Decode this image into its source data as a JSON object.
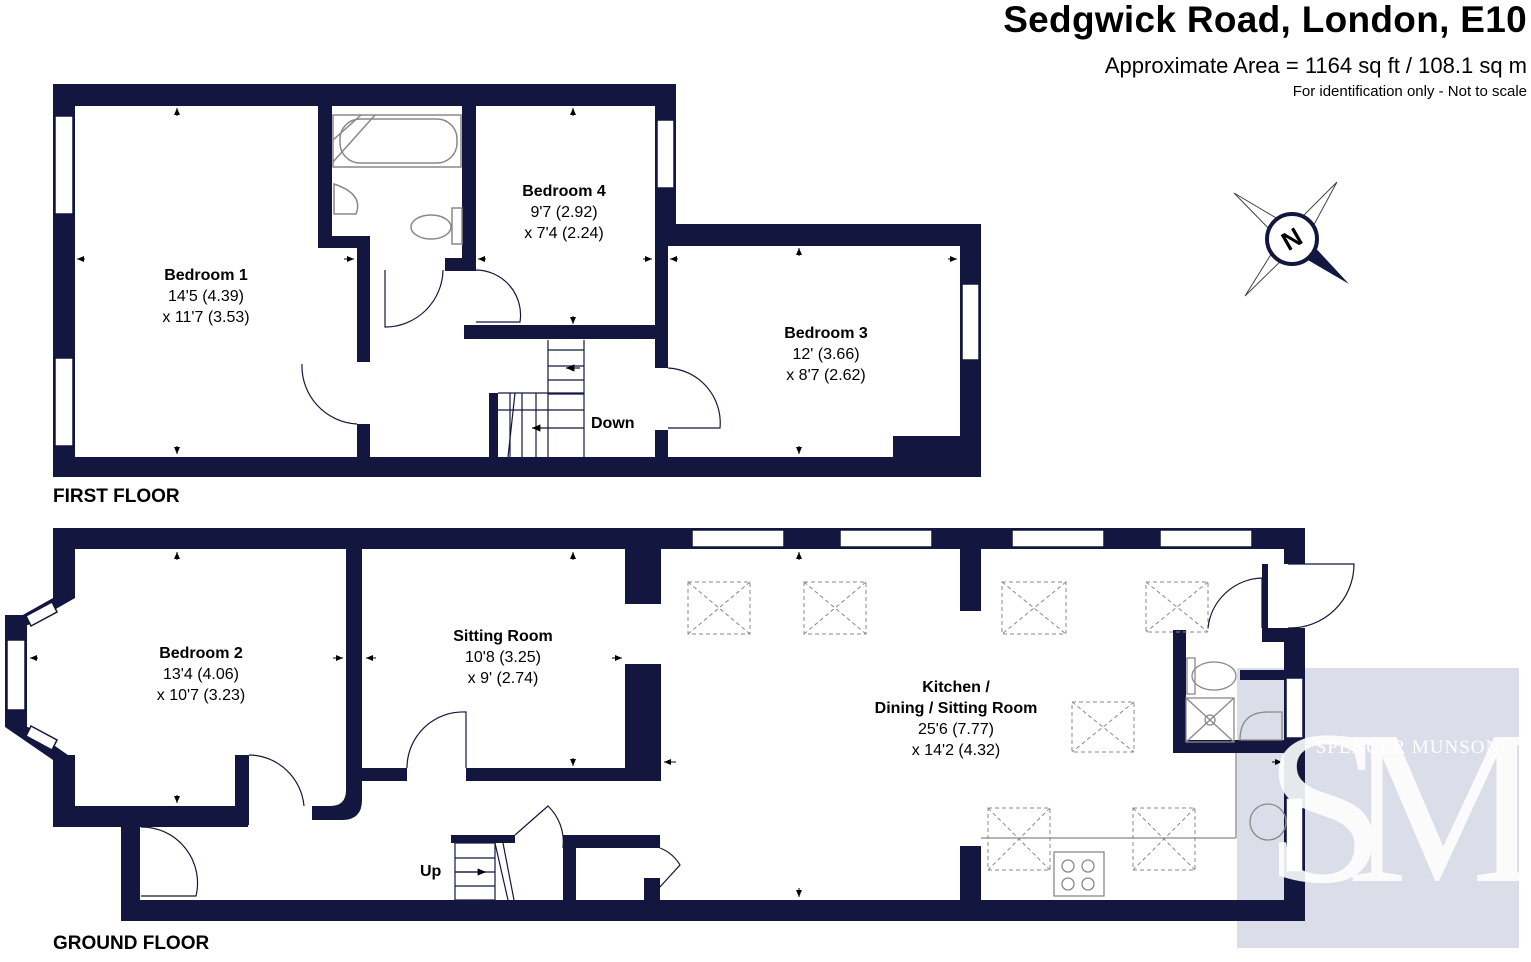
{
  "header": {
    "title": "Sedgwick Road, London, E10",
    "area": "Approximate Area = 1164 sq ft / 108.1 sq m",
    "note": "For identification only - Not to scale"
  },
  "floors": {
    "first": "FIRST FLOOR",
    "ground": "GROUND FLOOR"
  },
  "rooms": {
    "bedroom1": {
      "name": "Bedroom 1",
      "dim1": "14'5 (4.39)",
      "dim2": "x 11'7 (3.53)"
    },
    "bedroom4": {
      "name": "Bedroom 4",
      "dim1": "9'7 (2.92)",
      "dim2": "x 7'4 (2.24)"
    },
    "bedroom3": {
      "name": "Bedroom 3",
      "dim1": "12' (3.66)",
      "dim2": "x 8'7 (2.62)"
    },
    "bedroom2": {
      "name": "Bedroom 2",
      "dim1": "13'4 (4.06)",
      "dim2": "x 10'7 (3.23)"
    },
    "sitting": {
      "name": "Sitting Room",
      "dim1": "10'8 (3.25)",
      "dim2": "x 9' (2.74)"
    },
    "kitchen": {
      "name1": "Kitchen /",
      "name2": "Dining / Sitting Room",
      "dim1": "25'6 (7.77)",
      "dim2": "x 14'2 (4.32)"
    }
  },
  "stairs": {
    "down": "Down",
    "up": "Up"
  },
  "compass": {
    "letter": "N"
  },
  "watermark": {
    "text": "SPENCER MUNSON",
    "monogram": "SM"
  },
  "colors": {
    "wall": "#131740",
    "watermark": "#cfd1e0",
    "fixture": "#888888"
  }
}
